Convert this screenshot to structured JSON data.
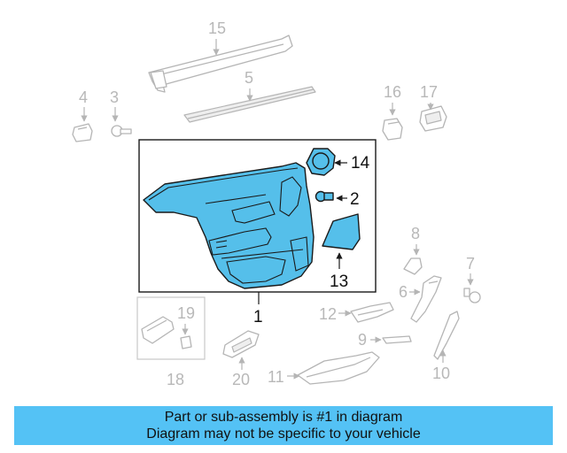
{
  "diagram": {
    "callouts": {
      "c1": "1",
      "c2": "2",
      "c3": "3",
      "c4": "4",
      "c5": "5",
      "c6": "6",
      "c7": "7",
      "c8": "8",
      "c9": "9",
      "c10": "10",
      "c11": "11",
      "c12": "12",
      "c13": "13",
      "c14": "14",
      "c15": "15",
      "c16": "16",
      "c17": "17",
      "c18": "18",
      "c19": "19",
      "c20": "20"
    },
    "highlight_color": "#55bfea"
  },
  "banner": {
    "line1": "Part or sub-assembly is #1 in diagram",
    "line2": "Diagram may not be specific to your vehicle",
    "background": "#54c2f5"
  }
}
